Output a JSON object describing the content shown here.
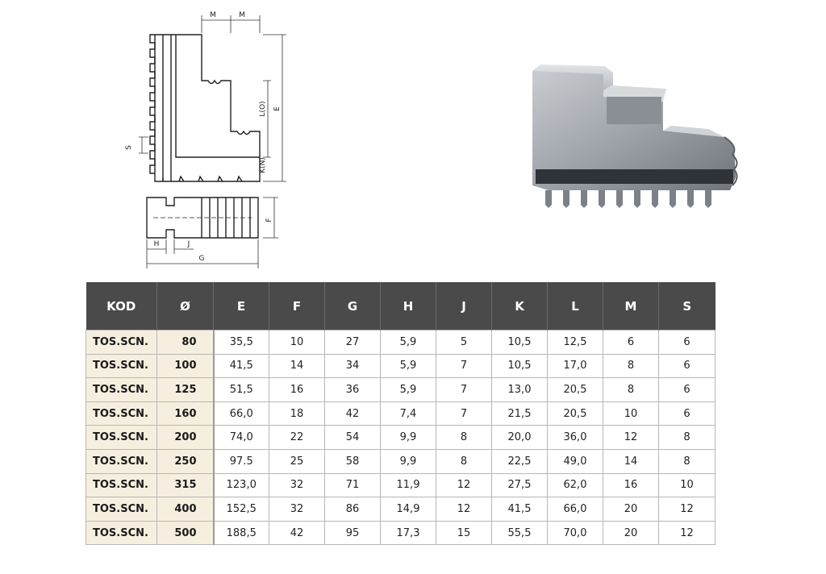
{
  "drawing": {
    "labels": {
      "m1": "M",
      "m2": "M",
      "l": "L(O)",
      "e": "E",
      "k": "K(N)",
      "s": "S",
      "f": "F",
      "h": "H",
      "j": "J",
      "g": "G"
    }
  },
  "table": {
    "headers": [
      "KOD",
      "Ø",
      "E",
      "F",
      "G",
      "H",
      "J",
      "K",
      "L",
      "M",
      "S"
    ],
    "rows": [
      [
        "TOS.SCN.",
        "80",
        "35,5",
        "10",
        "27",
        "5,9",
        "5",
        "10,5",
        "12,5",
        "6",
        "6"
      ],
      [
        "TOS.SCN.",
        "100",
        "41,5",
        "14",
        "34",
        "5,9",
        "7",
        "10,5",
        "17,0",
        "8",
        "6"
      ],
      [
        "TOS.SCN.",
        "125",
        "51,5",
        "16",
        "36",
        "5,9",
        "7",
        "13,0",
        "20,5",
        "8",
        "6"
      ],
      [
        "TOS.SCN.",
        "160",
        "66,0",
        "18",
        "42",
        "7,4",
        "7",
        "21,5",
        "20,5",
        "10",
        "6"
      ],
      [
        "TOS.SCN.",
        "200",
        "74,0",
        "22",
        "54",
        "9,9",
        "8",
        "20,0",
        "36,0",
        "12",
        "8"
      ],
      [
        "TOS.SCN.",
        "250",
        "97.5",
        "25",
        "58",
        "9,9",
        "8",
        "22,5",
        "49,0",
        "14",
        "8"
      ],
      [
        "TOS.SCN.",
        "315",
        "123,0",
        "32",
        "71",
        "11,9",
        "12",
        "27,5",
        "62,0",
        "16",
        "10"
      ],
      [
        "TOS.SCN.",
        "400",
        "152,5",
        "32",
        "86",
        "14,9",
        "12",
        "41,5",
        "66,0",
        "20",
        "12"
      ],
      [
        "TOS.SCN.",
        "500",
        "188,5",
        "42",
        "95",
        "17,3",
        "15",
        "55,5",
        "70,0",
        "20",
        "12"
      ]
    ]
  },
  "colors": {
    "header_bg": "#4a4a4a",
    "header_text": "#ffffff",
    "first_cols_bg": "#f6efdf",
    "grid": "#b7b7b7"
  }
}
